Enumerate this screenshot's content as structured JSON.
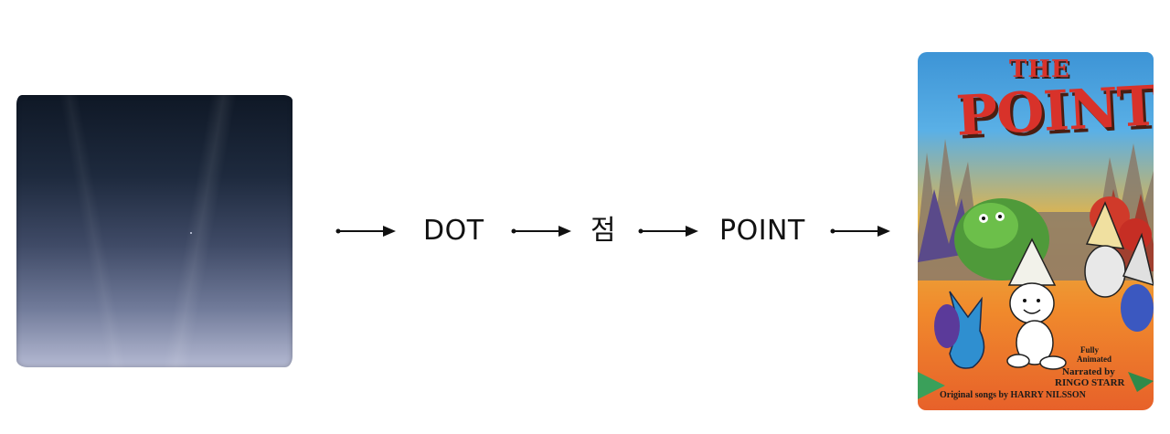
{
  "flow": {
    "words": [
      "DOT",
      "점",
      "POINT"
    ]
  },
  "poster": {
    "title_line1": "THE",
    "title_line2": "POINT",
    "credit_animated_1": "Fully",
    "credit_animated_2": "Animated",
    "credit_narrated_1": "Narrated by",
    "credit_narrated_2": "RINGO STARR",
    "credit_songs": "Original songs by HARRY NILSSON"
  },
  "colors": {
    "text": "#111111",
    "poster_title": "#d8322a"
  }
}
